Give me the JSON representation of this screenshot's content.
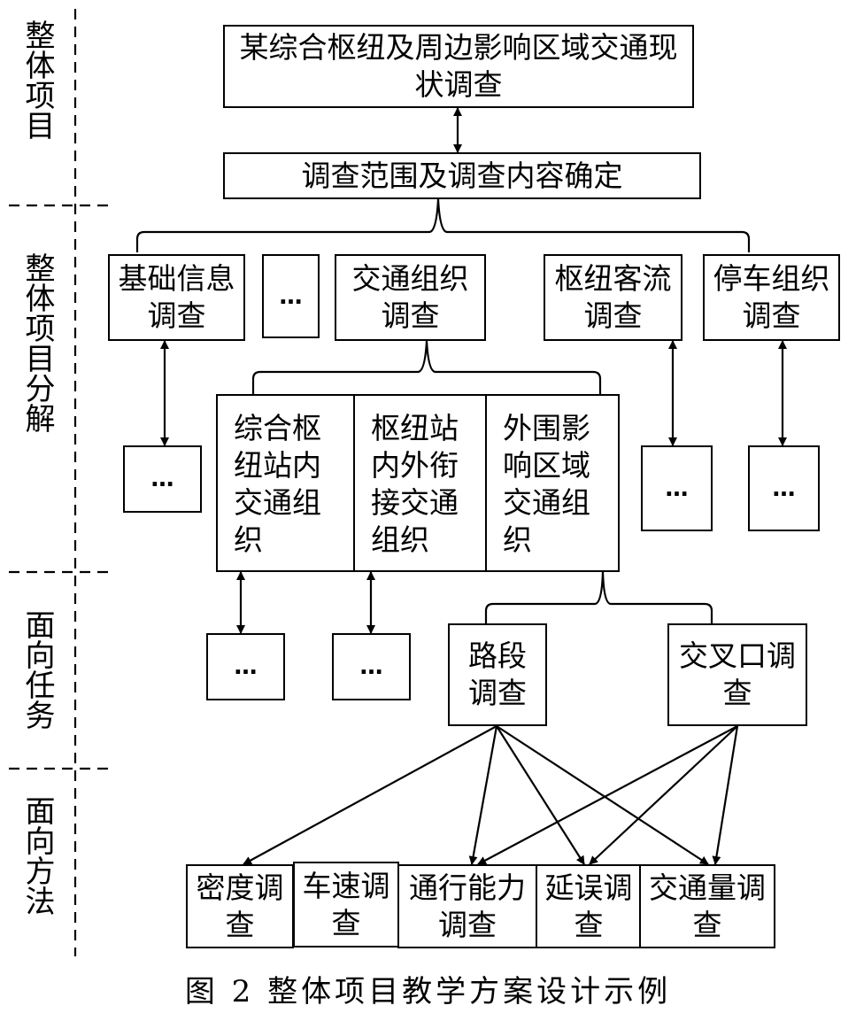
{
  "side_labels": [
    "整体项目",
    "整体项目分解",
    "面向任务",
    "面向方法"
  ],
  "top": {
    "project": "某综合枢纽及周边影响区域交通现状调查",
    "scope": "调查范围及调查内容确定"
  },
  "decomposition": {
    "basic": "基础信息调查",
    "ellipsis": "…",
    "traffic_org": "交通组织调查",
    "hub_flow": "枢纽客流调查",
    "parking": "停车组织调查"
  },
  "traffic_org_parts": {
    "inner": "综合枢纽站内交通组织",
    "link": "枢纽站内外衔接交通组织",
    "outer": "外围影响区域交通组织"
  },
  "ellipsis_boxes": {
    "basic_sub": "…",
    "hub_sub": "…",
    "parking_sub": "…",
    "inner_sub": "…",
    "link_sub": "…"
  },
  "tasks": {
    "road": "路段调查",
    "intersection": "交叉口调查"
  },
  "methods": {
    "density": "密度调查",
    "speed": "车速调查",
    "capacity": "通行能力调查",
    "delay": "延误调查",
    "volume": "交通量调查"
  },
  "caption": "图 2 整体项目教学方案设计示例"
}
